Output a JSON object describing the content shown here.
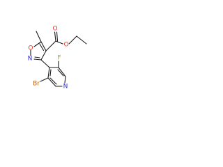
{
  "molecule": {
    "atoms": {
      "o_ring": {
        "label": "O",
        "color": "#e8342a"
      },
      "n_ring": {
        "label": "N",
        "color": "#2b2bd6"
      },
      "o_carbonyl": {
        "label": "O",
        "color": "#e8342a"
      },
      "o_ester": {
        "label": "O",
        "color": "#e8342a"
      },
      "fluorine": {
        "label": "F",
        "color": "#c4a000"
      },
      "bromine": {
        "label": "Br",
        "color": "#b5651d"
      },
      "n_pyridine": {
        "label": "N",
        "color": "#2b2bd6"
      }
    }
  }
}
